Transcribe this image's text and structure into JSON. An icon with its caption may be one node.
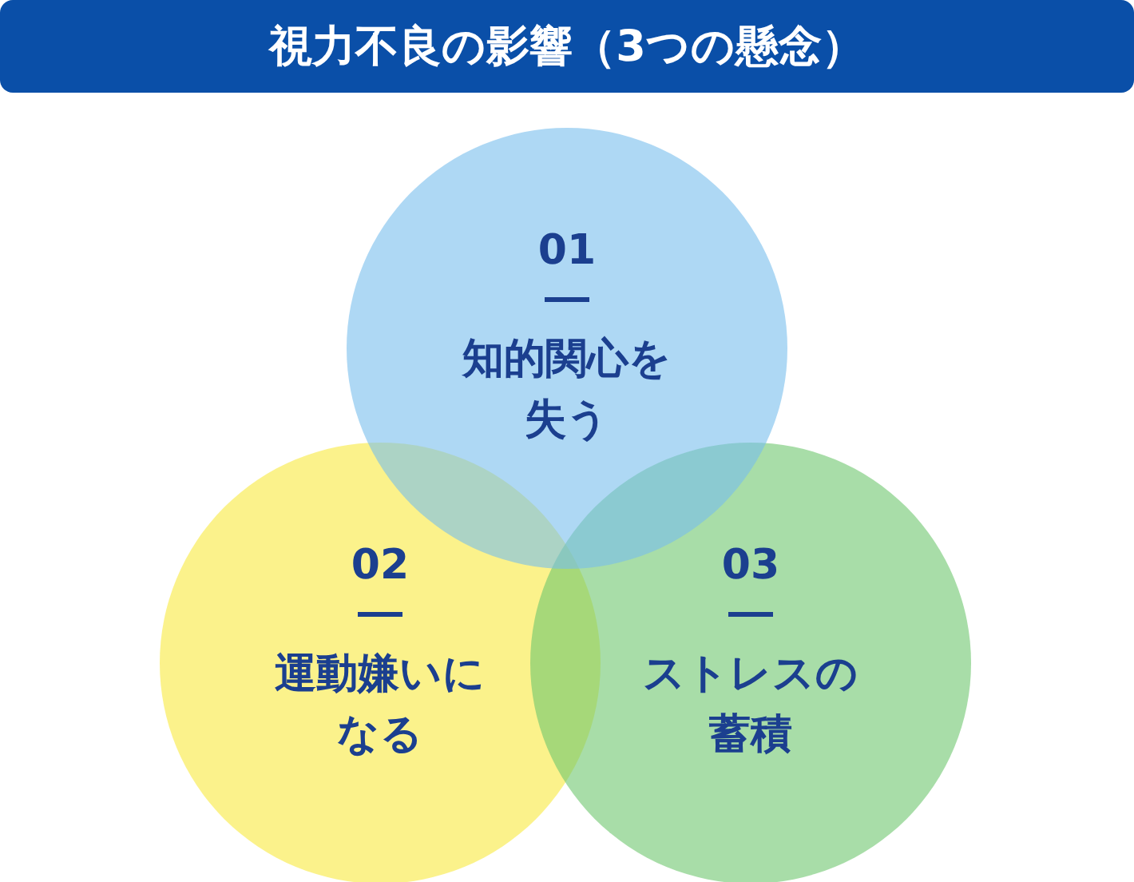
{
  "diagram": {
    "title": "視力不良の影響（3つの懸念）",
    "nodes": [
      {
        "text": [
          "01",
          "知的関心を失う"
        ]
      },
      {
        "text": [
          "02",
          "運動嫌いになる"
        ]
      },
      {
        "text": [
          "03",
          "ストレスの蓄積"
        ]
      }
    ]
  }
}
